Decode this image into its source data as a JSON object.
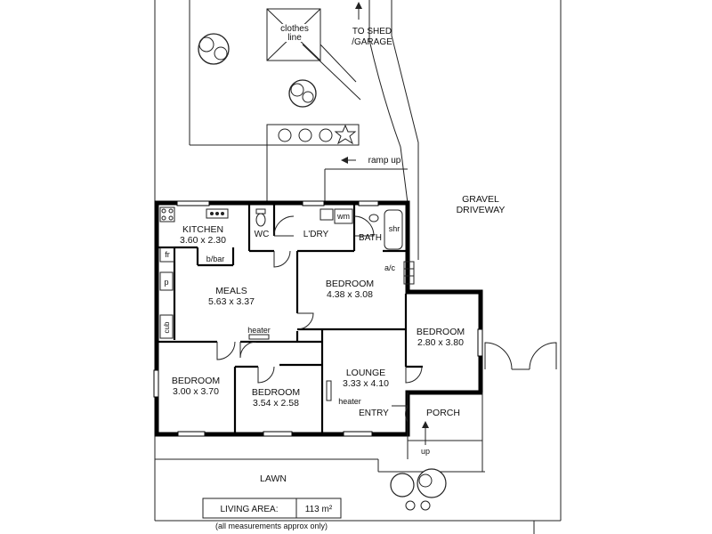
{
  "site": {
    "clothes_line": [
      "clothes",
      "line"
    ],
    "shed": [
      "TO SHED",
      "/GARAGE"
    ],
    "ramp": "ramp up",
    "driveway": [
      "GRAVEL",
      "DRIVEWAY"
    ],
    "lawn": "LAWN",
    "up": "up"
  },
  "rooms": {
    "kitchen": {
      "name": "KITCHEN",
      "dims": "3.60 x 2.30"
    },
    "meals": {
      "name": "MEALS",
      "dims": "5.63 x 3.37"
    },
    "bedroom_mid": {
      "name": "BEDROOM",
      "dims": "4.38 x 3.08"
    },
    "bedroom_right": {
      "name": "BEDROOM",
      "dims": "2.80 x 3.80"
    },
    "bedroom_left": {
      "name": "BEDROOM",
      "dims": "3.00 x 3.70"
    },
    "bedroom_small": {
      "name": "BEDROOM",
      "dims": "3.54 x 2.58"
    },
    "lounge": {
      "name": "LOUNGE",
      "dims": "3.33 x 4.10"
    },
    "wc": "WC",
    "ldry": "L'DRY",
    "bath": "BATH",
    "porch": "PORCH",
    "entry": "ENTRY"
  },
  "fixtures": {
    "wm": "wm",
    "shr": "shr",
    "ac": "a/c",
    "fr": "fr",
    "bbar": "b/bar",
    "p": "p",
    "cub": "cub",
    "heater_meals": "heater",
    "heater_lounge": "heater"
  },
  "legend": {
    "label": "LIVING AREA:",
    "value": "113 m²",
    "note": "(all measurements approx only)"
  }
}
